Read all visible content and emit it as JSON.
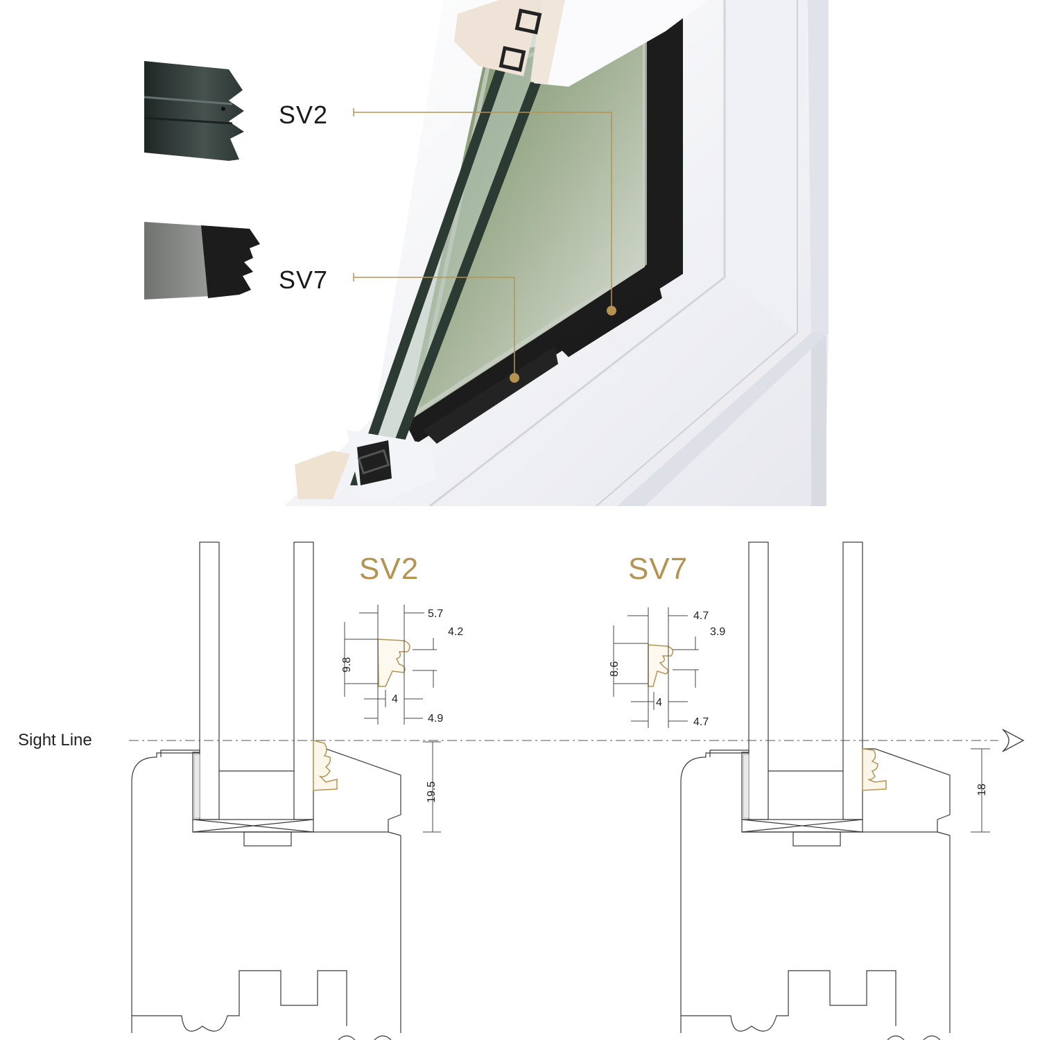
{
  "photo": {
    "callouts": [
      {
        "label": "SV2"
      },
      {
        "label": "SV7"
      }
    ]
  },
  "diagram": {
    "sight_line_label": "Sight Line",
    "sections": [
      {
        "title": "SV2",
        "dims": {
          "top_width": "5.7",
          "upper_step": "4.2",
          "height": "9.8",
          "inner_width": "4",
          "bottom_width": "4.9",
          "bead_height": "19.5"
        }
      },
      {
        "title": "SV7",
        "dims": {
          "top_width": "4.7",
          "upper_step": "3.9",
          "height": "8.6",
          "inner_width": "4",
          "bottom_width": "4.7",
          "bead_height": "18"
        }
      }
    ]
  },
  "colors": {
    "accent": "#b59350",
    "line": "#3a3a3a",
    "frame": "#f4f5f9",
    "gasket_dark": "#2f3a38",
    "gasket_grey": "#8d8f8d"
  }
}
